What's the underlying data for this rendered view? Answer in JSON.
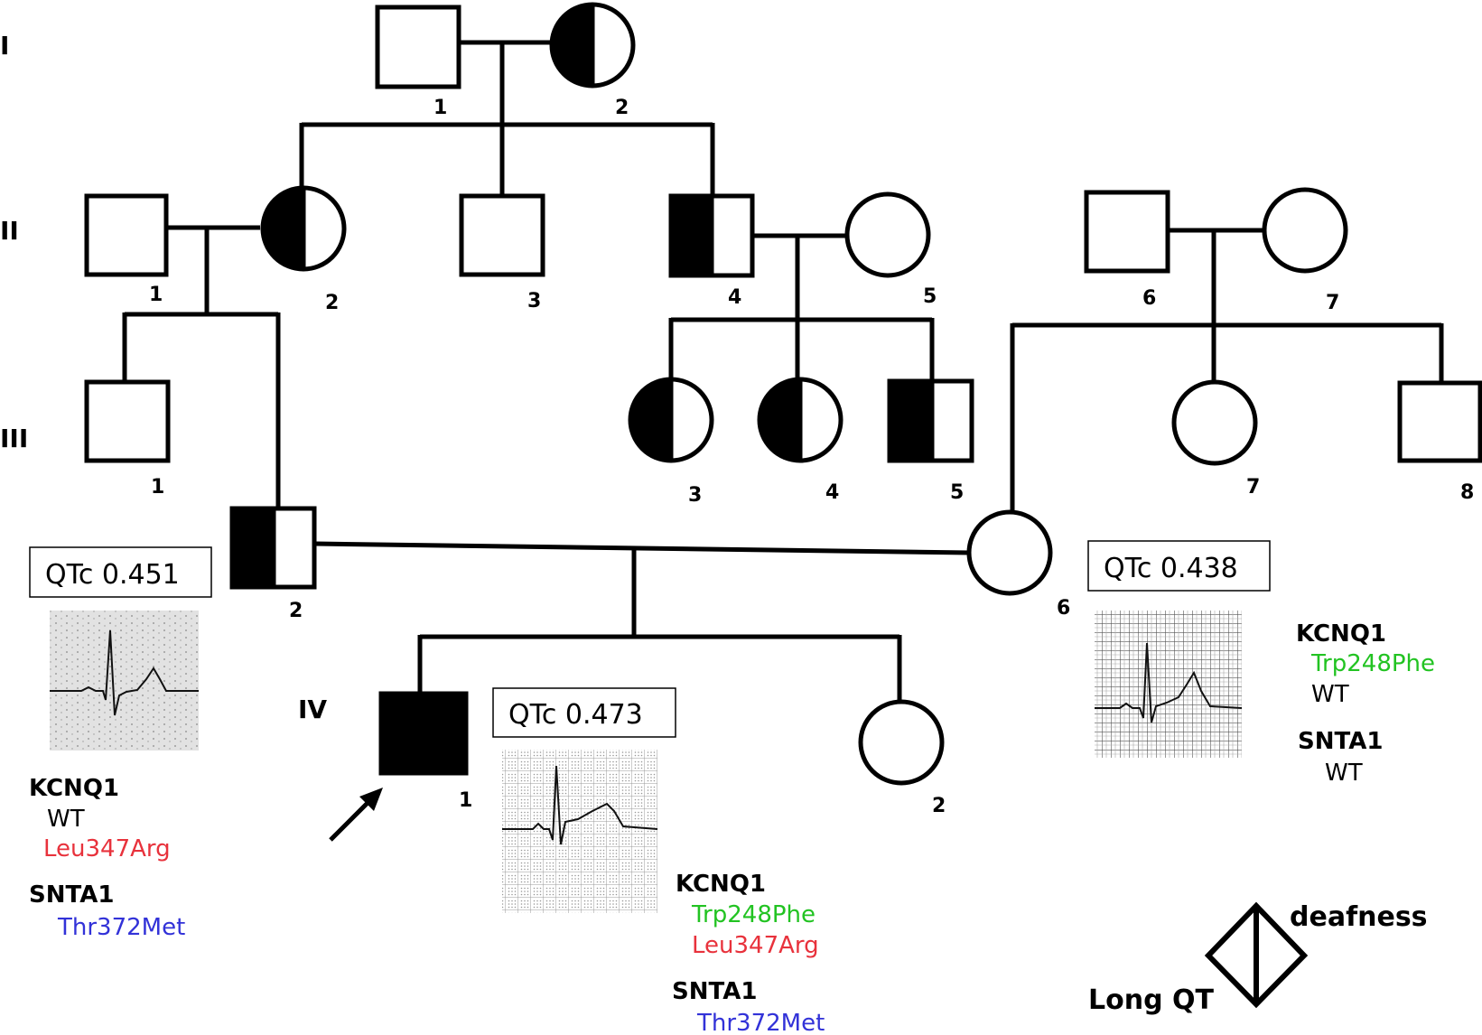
{
  "generations": [
    "I",
    "II",
    "III",
    "IV"
  ],
  "individuals": {
    "I1": "1",
    "I2": "2",
    "II1": "1",
    "II2": "2",
    "II3": "3",
    "II4": "4",
    "II5": "5",
    "II6": "6",
    "II7": "7",
    "III1": "1",
    "III2": "2",
    "III3": "3",
    "III4": "4",
    "III5": "5",
    "III6": "6",
    "III7": "7",
    "III8": "8",
    "IV1": "1",
    "IV2": "2"
  },
  "qtc": {
    "III2": "QTc 0.451",
    "III6": "QTc 0.438",
    "IV1": "QTc 0.473"
  },
  "genotypes": {
    "III2": {
      "kcnq1_label": "KCNQ1",
      "kcnq1_a1": "WT",
      "kcnq1_a2": "Leu347Arg",
      "snta1_label": "SNTA1",
      "snta1_a1": "Thr372Met"
    },
    "IV1": {
      "kcnq1_label": "KCNQ1",
      "kcnq1_a1": "Trp248Phe",
      "kcnq1_a2": "Leu347Arg",
      "snta1_label": "SNTA1",
      "snta1_a1": "Thr372Met"
    },
    "III6": {
      "kcnq1_label": "KCNQ1",
      "kcnq1_a1": "Trp248Phe",
      "kcnq1_a2": "WT",
      "snta1_label": "SNTA1",
      "snta1_a1": "WT"
    }
  },
  "legend": {
    "right": "deafness",
    "left": "Long QT"
  },
  "colors": {
    "wt": "#000000",
    "trp248phe": "#22c322",
    "leu347arg": "#e8323c",
    "thr372met": "#3232d8",
    "ecg_bg_light": "#e2e2e2"
  }
}
